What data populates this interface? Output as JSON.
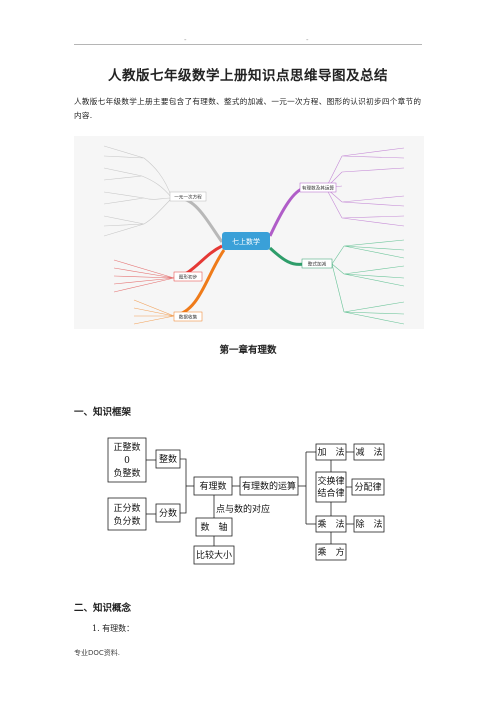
{
  "header": {
    "mark_left": "-",
    "mark_right": "-"
  },
  "title": "人教版七年级数学上册知识点思维导图及总结",
  "intro": "人教版七年级数学上册主要包含了有理数、整式的加减、一元一次方程、图形的认识初步四个章节的内容.",
  "mindmap": {
    "center": "七上数学",
    "branches": [
      {
        "label": "一元一次方程",
        "color": "#b8b8b8"
      },
      {
        "label": "图形初步",
        "color": "#e53935"
      },
      {
        "label": "数据收集",
        "color": "#ef7b1a"
      },
      {
        "label": "有理数及其运算",
        "color": "#b05dc8"
      },
      {
        "label": "整式加减",
        "color": "#2e9d6a"
      }
    ]
  },
  "chapter_title": "第一章有理数",
  "section1": "一、知识框架",
  "section2": "二、知识概念",
  "diagram": {
    "positive_negative": [
      "正整数",
      "0",
      "负整数"
    ],
    "integer": "整数",
    "fractions": [
      "正分数",
      "负分数"
    ],
    "fraction": "分数",
    "rational": "有理数",
    "operations": "有理数的运算",
    "correspondence": "点与数的对应",
    "number_line": "数　轴",
    "compare": "比较大小",
    "add": "加　法",
    "subtract": "减　法",
    "laws": [
      "交换律",
      "结合律"
    ],
    "distributive": "分配律",
    "multiply": "乘　法",
    "divide": "除　法",
    "power": "乘　方"
  },
  "item1": "1. 有理数：",
  "footer": "专业DOC资料."
}
